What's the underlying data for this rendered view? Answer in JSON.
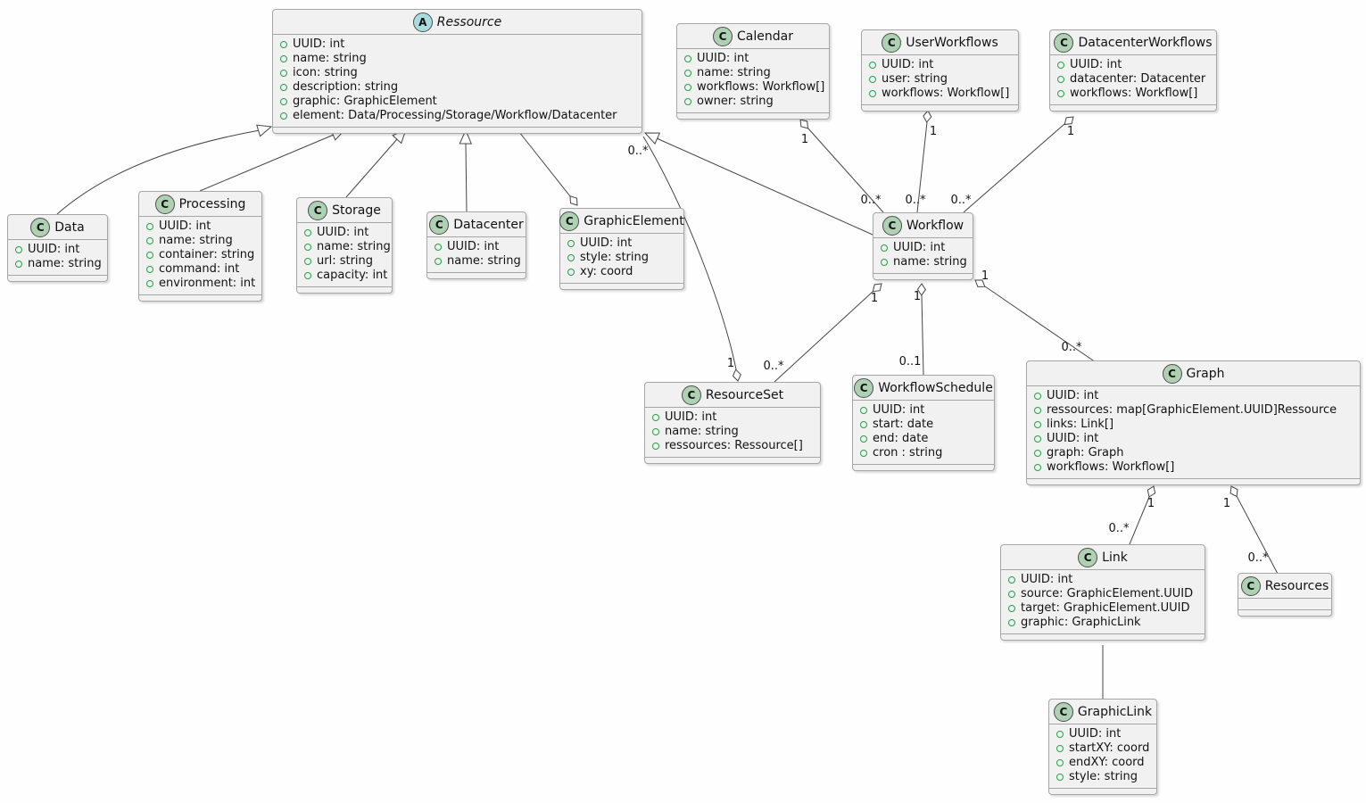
{
  "diagram_title": "UML class diagram",
  "colors": {
    "background": "#FEFEFE",
    "class_fill": "#F1F1F1",
    "class_border": "#A6A6A6",
    "class_icon_fill": "#ADD1B2",
    "abstract_icon_fill": "#A9DCDF",
    "attribute_dot": "#24A148",
    "edge_line": "#454545"
  },
  "classes": [
    {
      "id": "ressource",
      "name": "Ressource",
      "kind": "abstract",
      "icon_letter": "A",
      "icon": "abstract-class-icon",
      "attributes": [
        "UUID: int",
        "name: string",
        "icon: string",
        "description: string",
        "graphic: GraphicElement",
        "element: Data/Processing/Storage/Workflow/Datacenter"
      ]
    },
    {
      "id": "calendar",
      "name": "Calendar",
      "kind": "class",
      "icon_letter": "C",
      "icon": "class-icon",
      "attributes": [
        "UUID: int",
        "name: string",
        "workflows: Workflow[]",
        "owner: string"
      ]
    },
    {
      "id": "userworkflows",
      "name": "UserWorkflows",
      "kind": "class",
      "icon_letter": "C",
      "icon": "class-icon",
      "attributes": [
        "UUID: int",
        "user: string",
        "workflows: Workflow[]"
      ]
    },
    {
      "id": "datacenterworkflows",
      "name": "DatacenterWorkflows",
      "kind": "class",
      "icon_letter": "C",
      "icon": "class-icon",
      "attributes": [
        "UUID: int",
        "datacenter: Datacenter",
        "workflows: Workflow[]"
      ]
    },
    {
      "id": "data",
      "name": "Data",
      "kind": "class",
      "icon_letter": "C",
      "icon": "class-icon",
      "attributes": [
        "UUID: int",
        "name: string"
      ]
    },
    {
      "id": "processing",
      "name": "Processing",
      "kind": "class",
      "icon_letter": "C",
      "icon": "class-icon",
      "attributes": [
        "UUID: int",
        "name: string",
        "container: string",
        "command: int",
        "environment: int"
      ]
    },
    {
      "id": "storage",
      "name": "Storage",
      "kind": "class",
      "icon_letter": "C",
      "icon": "class-icon",
      "attributes": [
        "UUID: int",
        "name: string",
        "url: string",
        "capacity: int"
      ]
    },
    {
      "id": "datacenter",
      "name": "Datacenter",
      "kind": "class",
      "icon_letter": "C",
      "icon": "class-icon",
      "attributes": [
        "UUID: int",
        "name: string"
      ]
    },
    {
      "id": "graphicelement",
      "name": "GraphicElement",
      "kind": "class",
      "icon_letter": "C",
      "icon": "class-icon",
      "attributes": [
        "UUID: int",
        "style: string",
        "xy: coord"
      ]
    },
    {
      "id": "workflow",
      "name": "Workflow",
      "kind": "class",
      "icon_letter": "C",
      "icon": "class-icon",
      "attributes": [
        "UUID: int",
        "name: string"
      ]
    },
    {
      "id": "resourceset",
      "name": "ResourceSet",
      "kind": "class",
      "icon_letter": "C",
      "icon": "class-icon",
      "attributes": [
        "UUID: int",
        "name: string",
        "ressources: Ressource[]"
      ]
    },
    {
      "id": "workflowschedule",
      "name": "WorkflowSchedule",
      "kind": "class",
      "icon_letter": "C",
      "icon": "class-icon",
      "attributes": [
        "UUID: int",
        "start: date",
        "end: date",
        "cron : string"
      ]
    },
    {
      "id": "graph",
      "name": "Graph",
      "kind": "class",
      "icon_letter": "C",
      "icon": "class-icon",
      "attributes": [
        "UUID: int",
        "ressources: map[GraphicElement.UUID]Ressource",
        "links: Link[]",
        "UUID: int",
        "graph: Graph",
        "workflows: Workflow[]"
      ]
    },
    {
      "id": "link",
      "name": "Link",
      "kind": "class",
      "icon_letter": "C",
      "icon": "class-icon",
      "attributes": [
        "UUID: int",
        "source: GraphicElement.UUID",
        "target: GraphicElement.UUID",
        "graphic: GraphicLink"
      ]
    },
    {
      "id": "resources",
      "name": "Resources",
      "kind": "class",
      "icon_letter": "C",
      "icon": "class-icon",
      "attributes": []
    },
    {
      "id": "graphiclink",
      "name": "GraphicLink",
      "kind": "class",
      "icon_letter": "C",
      "icon": "class-icon",
      "attributes": [
        "UUID: int",
        "startXY: coord",
        "endXY: coord",
        "style: string"
      ]
    }
  ],
  "relationships": [
    {
      "source": "data",
      "target": "ressource",
      "type": "extends",
      "source_label": "",
      "target_label": ""
    },
    {
      "source": "processing",
      "target": "ressource",
      "type": "extends",
      "source_label": "",
      "target_label": ""
    },
    {
      "source": "storage",
      "target": "ressource",
      "type": "extends",
      "source_label": "",
      "target_label": ""
    },
    {
      "source": "datacenter",
      "target": "ressource",
      "type": "extends",
      "source_label": "",
      "target_label": ""
    },
    {
      "source": "workflow",
      "target": "ressource",
      "type": "extends",
      "source_label": "",
      "target_label": ""
    },
    {
      "source": "ressource",
      "target": "graphicelement",
      "type": "aggregation",
      "diamond_at": "target",
      "source_label": "",
      "target_label": ""
    },
    {
      "source": "calendar",
      "target": "workflow",
      "type": "aggregation",
      "diamond_at": "source",
      "source_label": "1",
      "target_label": "0..*"
    },
    {
      "source": "userworkflows",
      "target": "workflow",
      "type": "aggregation",
      "diamond_at": "source",
      "source_label": "1",
      "target_label": "0..*"
    },
    {
      "source": "datacenterworkflows",
      "target": "workflow",
      "type": "aggregation",
      "diamond_at": "source",
      "source_label": "1",
      "target_label": "0..*"
    },
    {
      "source": "workflow",
      "target": "resourceset",
      "type": "aggregation",
      "diamond_at": "source",
      "source_label": "1",
      "target_label": "0..*"
    },
    {
      "source": "workflow",
      "target": "workflowschedule",
      "type": "aggregation",
      "diamond_at": "source",
      "source_label": "1",
      "target_label": "0..1"
    },
    {
      "source": "workflow",
      "target": "graph",
      "type": "aggregation",
      "diamond_at": "source",
      "source_label": "1",
      "target_label": "0..*"
    },
    {
      "source": "resourceset",
      "target": "ressource",
      "type": "aggregation",
      "diamond_at": "source",
      "source_label": "1",
      "target_label": "0..*"
    },
    {
      "source": "graph",
      "target": "link",
      "type": "aggregation",
      "diamond_at": "source",
      "source_label": "1",
      "target_label": "0..*"
    },
    {
      "source": "graph",
      "target": "resources",
      "type": "aggregation",
      "diamond_at": "source",
      "source_label": "1",
      "target_label": "0..*"
    },
    {
      "source": "link",
      "target": "graphiclink",
      "type": "association",
      "source_label": "",
      "target_label": ""
    }
  ]
}
